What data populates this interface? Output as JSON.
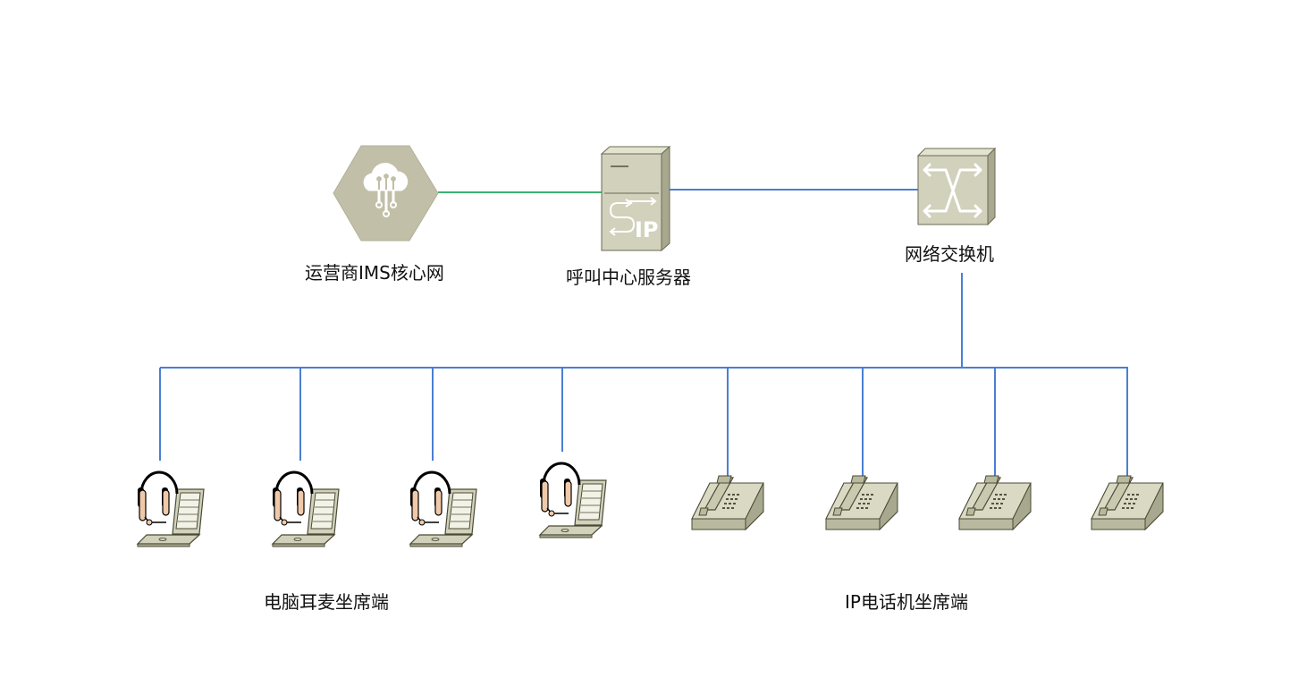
{
  "labels": {
    "ims_core": "运营商IMS核心网",
    "call_center_server": "呼叫中心服务器",
    "network_switch": "网络交换机",
    "pc_headset_agents": "电脑耳麦坐席端",
    "ip_phone_agents": "IP电话机坐席端"
  },
  "server_badge": "IP",
  "icons": {
    "ims": "cloud-network-hexagon-icon",
    "server": "sip-server-icon",
    "switch": "network-switch-icon",
    "pc_agent": "laptop-headset-icon",
    "ip_phone": "desk-phone-icon"
  },
  "colors": {
    "ims_link": "#3cb371",
    "network_link": "#4a7fd4",
    "device_fill": "#cfcfb4",
    "hexagon_fill": "#c2bfa8"
  }
}
